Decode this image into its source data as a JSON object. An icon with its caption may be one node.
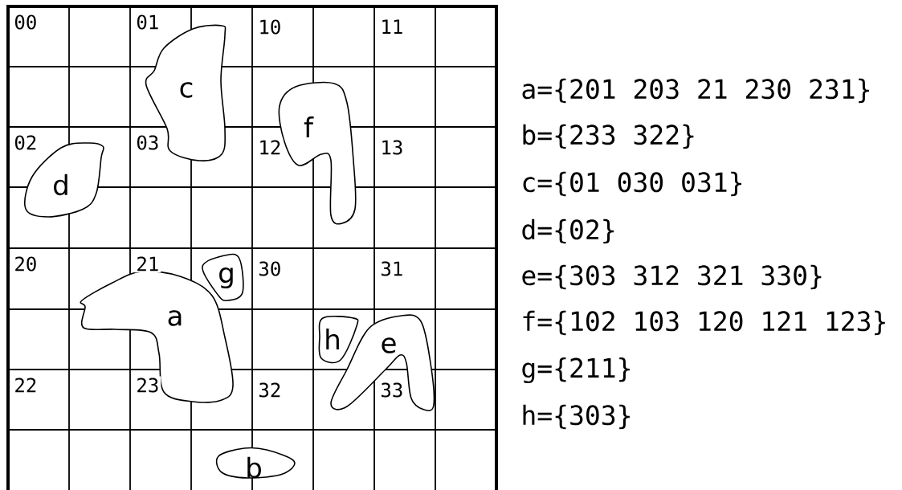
{
  "diagram": {
    "nodes": [
      {
        "text": [
          "c"
        ]
      },
      {
        "text": [
          "f"
        ]
      },
      {
        "text": [
          "d"
        ]
      },
      {
        "text": [
          "g"
        ]
      },
      {
        "text": [
          "a"
        ]
      },
      {
        "text": [
          "h"
        ]
      },
      {
        "text": [
          "e"
        ]
      },
      {
        "text": [
          "b"
        ]
      }
    ],
    "labels": [
      "00",
      "01",
      "10",
      "11",
      "02",
      "03",
      "12",
      "13",
      "20",
      "21",
      "30",
      "31",
      "22",
      "23",
      "32",
      "33",
      "a={201 203 21 230 231}",
      "b={233 322}",
      "c={01 030 031}",
      "d={02}",
      "e={303 312 321 330}",
      "f={102 103 120 121 123}",
      "g={211}",
      "h={303}"
    ]
  }
}
